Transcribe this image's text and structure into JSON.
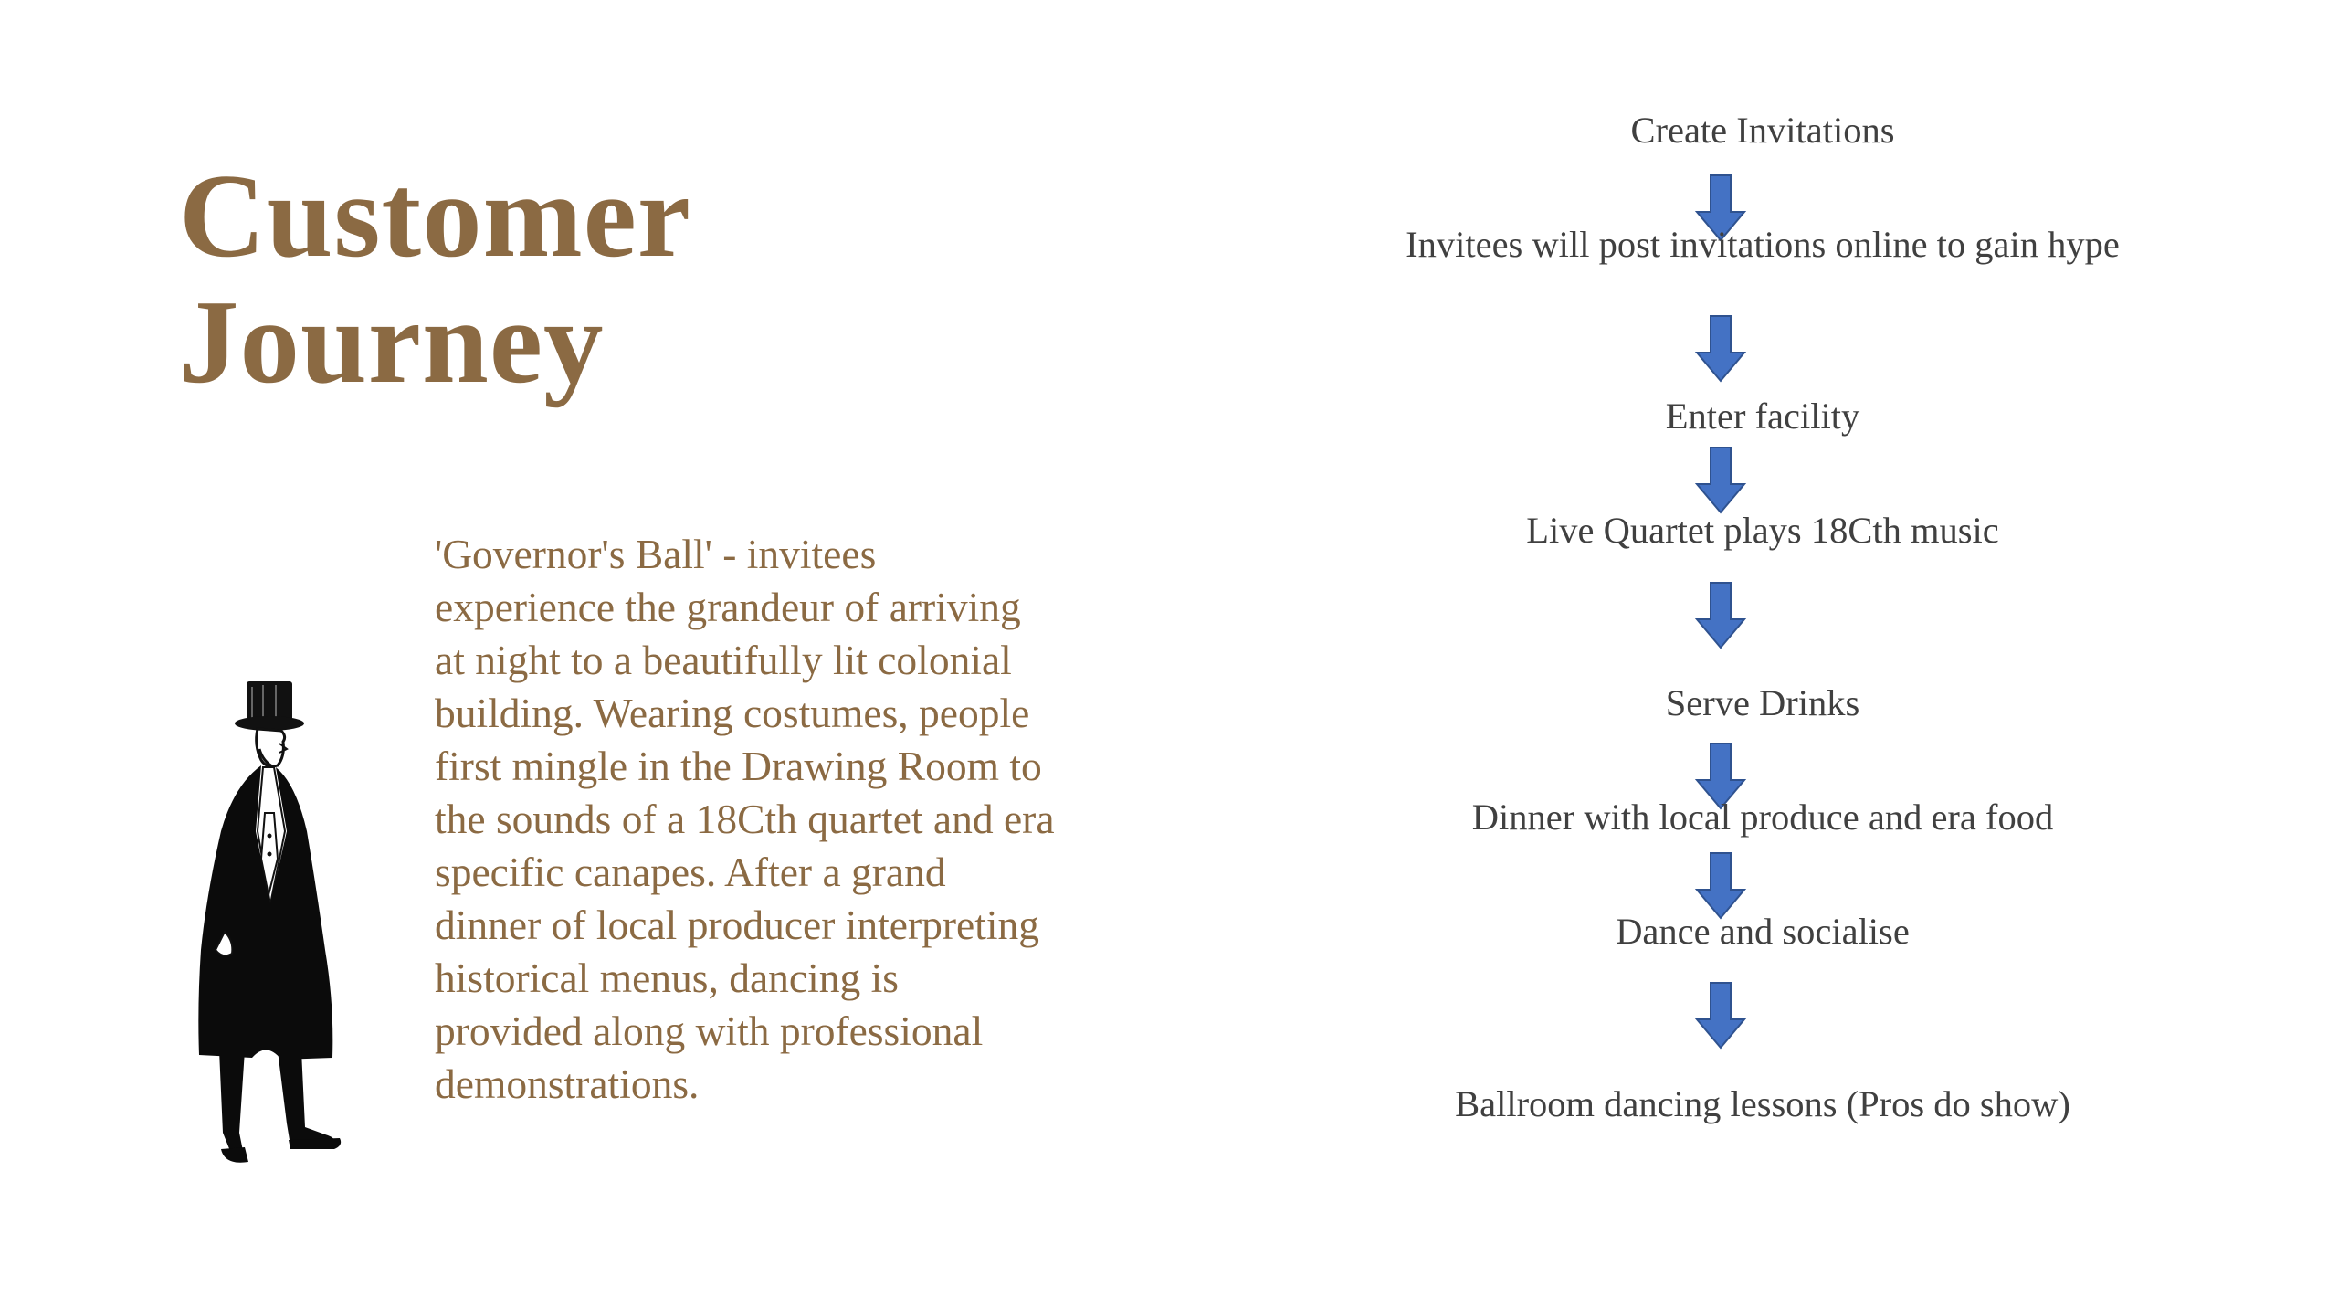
{
  "title": {
    "line1": "Customer",
    "line2": "Journey"
  },
  "description": "'Governor's Ball' - invitees experience the grandeur of arriving at night to a beautifully lit colonial building. Wearing costumes, people first mingle in the Drawing Room to the sounds of a 18Cth quartet and era specific canapes. After a grand dinner of local producer interpreting historical menus, dancing is provided along with professional demonstrations.",
  "figure_icon": "gentleman-top-hat-icon",
  "flow": {
    "steps": [
      "Create Invitations",
      "Invitees will post invitations online to gain hype",
      "Enter facility",
      "Live Quartet plays 18Cth music",
      "Serve Drinks",
      "Dinner with local produce and era food",
      "Dance and socialise",
      "Ballroom dancing lessons (Pros do show)"
    ],
    "arrow_icon": "down-arrow-icon"
  },
  "colors": {
    "title": "#8b6a43",
    "body_text": "#8b6a43",
    "step_text": "#404040",
    "arrow_fill": "#4472c4",
    "arrow_stroke": "#2f528f",
    "background": "#ffffff"
  }
}
